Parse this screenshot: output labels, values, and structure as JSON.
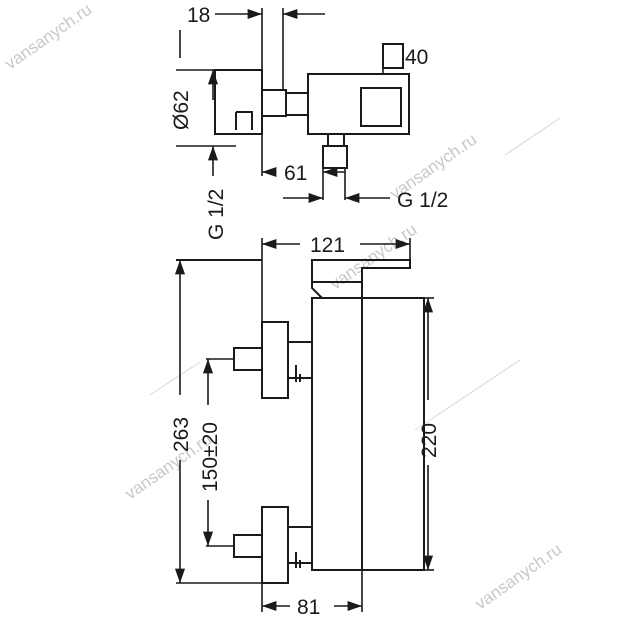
{
  "top_view": {
    "dim_width": "18",
    "dim_diameter": "Ø62",
    "dim_square": "40",
    "dim_depth": "61",
    "thread_left": "G 1/2",
    "thread_right": "G 1/2"
  },
  "front_view": {
    "dim_width": "121",
    "dim_height_total": "263",
    "dim_spacing": "150±20",
    "dim_body_height": "220",
    "dim_bottom": "81"
  },
  "watermark": {
    "text": "vansanych.ru"
  }
}
